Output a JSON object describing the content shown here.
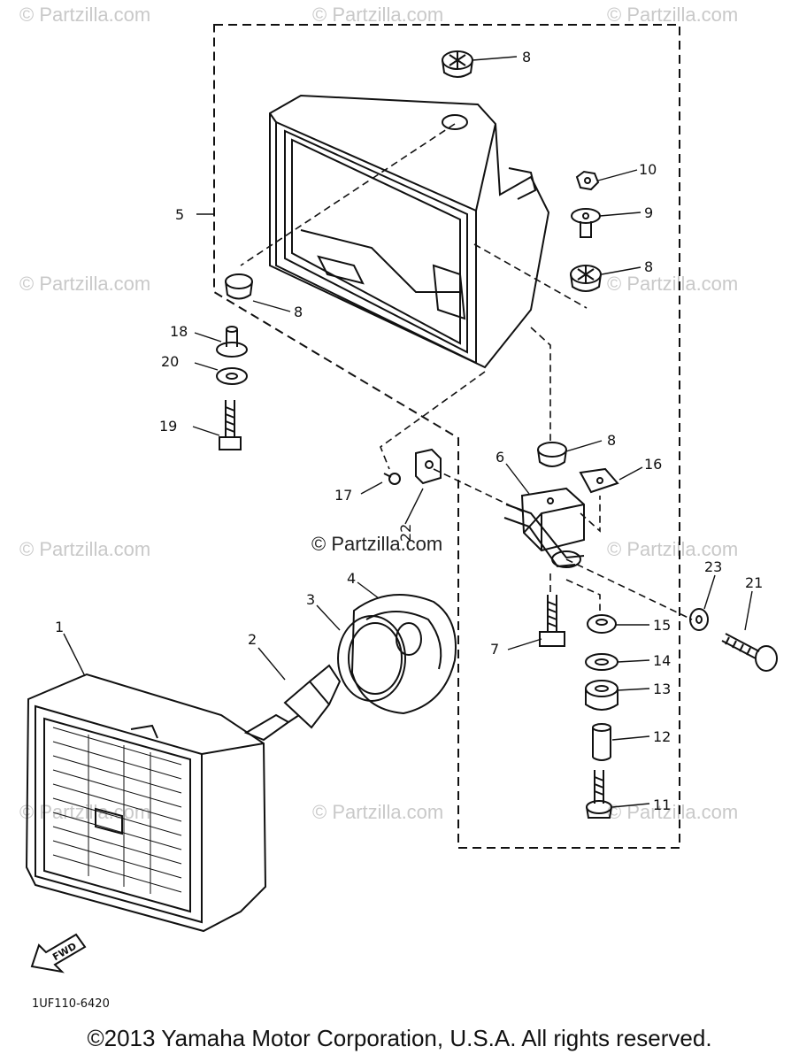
{
  "watermark_text": "© Partzilla.com",
  "center_watermark": "© Partzilla.com",
  "diagram_code": "1UF110-6420",
  "fwd_label": "FWD",
  "copyright": "©2013 Yamaha Motor Corporation, U.S.A. All rights reserved.",
  "callouts": [
    {
      "id": "1",
      "label": "1",
      "part": "headlight-unit"
    },
    {
      "id": "2",
      "label": "2",
      "part": "bulb"
    },
    {
      "id": "3",
      "label": "3",
      "part": "bulb-ring"
    },
    {
      "id": "4",
      "label": "4",
      "part": "socket-cover"
    },
    {
      "id": "5",
      "label": "5",
      "part": "headlight-body"
    },
    {
      "id": "6",
      "label": "6",
      "part": "bracket"
    },
    {
      "id": "7",
      "label": "7",
      "part": "bolt"
    },
    {
      "id": "8a",
      "label": "8",
      "part": "grommet"
    },
    {
      "id": "8b",
      "label": "8",
      "part": "grommet"
    },
    {
      "id": "8c",
      "label": "8",
      "part": "grommet"
    },
    {
      "id": "8d",
      "label": "8",
      "part": "grommet"
    },
    {
      "id": "9",
      "label": "9",
      "part": "collar"
    },
    {
      "id": "10",
      "label": "10",
      "part": "nut"
    },
    {
      "id": "11",
      "label": "11",
      "part": "bolt"
    },
    {
      "id": "12",
      "label": "12",
      "part": "collar"
    },
    {
      "id": "13",
      "label": "13",
      "part": "damper"
    },
    {
      "id": "14",
      "label": "14",
      "part": "washer"
    },
    {
      "id": "15",
      "label": "15",
      "part": "nut"
    },
    {
      "id": "16",
      "label": "16",
      "part": "nut-clip"
    },
    {
      "id": "17",
      "label": "17",
      "part": "screw"
    },
    {
      "id": "18",
      "label": "18",
      "part": "collar"
    },
    {
      "id": "19",
      "label": "19",
      "part": "bolt"
    },
    {
      "id": "20",
      "label": "20",
      "part": "washer"
    },
    {
      "id": "21",
      "label": "21",
      "part": "bolt"
    },
    {
      "id": "22",
      "label": "22",
      "part": "stay"
    },
    {
      "id": "23",
      "label": "23",
      "part": "washer"
    }
  ]
}
